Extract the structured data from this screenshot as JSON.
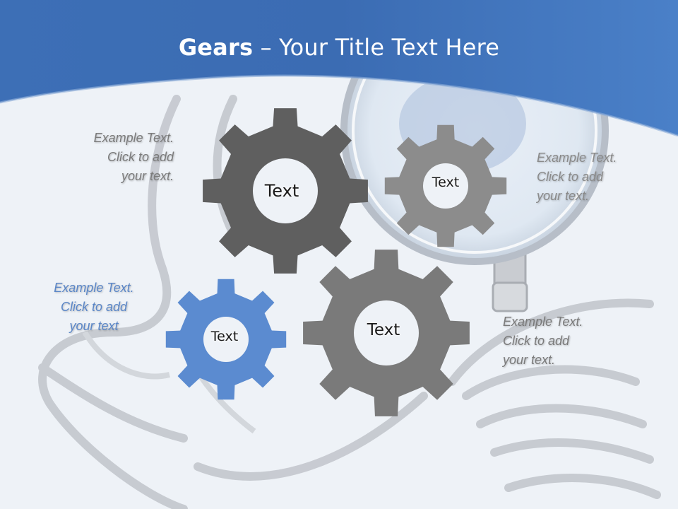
{
  "slide": {
    "title_bold": "Gears",
    "title_rest": " – Your Title Text Here"
  },
  "notes": [
    {
      "id": "top-left",
      "lines": [
        "Example Text.",
        "Click  to add",
        "your text."
      ]
    },
    {
      "id": "right",
      "lines": [
        "Example Text.",
        "Click  to add",
        "your text."
      ]
    },
    {
      "id": "left",
      "lines": [
        "Example Text.",
        "Click  to add",
        "your text"
      ]
    },
    {
      "id": "bottom-right",
      "lines": [
        "Example Text.",
        "Click  to add",
        "your text."
      ]
    }
  ],
  "gears": [
    {
      "id": "gear-large-dark",
      "label": "Text",
      "color": "#5f5f5f"
    },
    {
      "id": "gear-medium-gray",
      "label": "Text",
      "color": "#8c8c8c"
    },
    {
      "id": "gear-small-blue",
      "label": "Text",
      "color": "#5b8bd0"
    },
    {
      "id": "gear-large-gray",
      "label": "Text",
      "color": "#7a7a7a"
    }
  ],
  "colors": {
    "header_blue": "#3f73bb",
    "note_gray": "#7b7b7b",
    "note_blue": "#5b87c8"
  }
}
